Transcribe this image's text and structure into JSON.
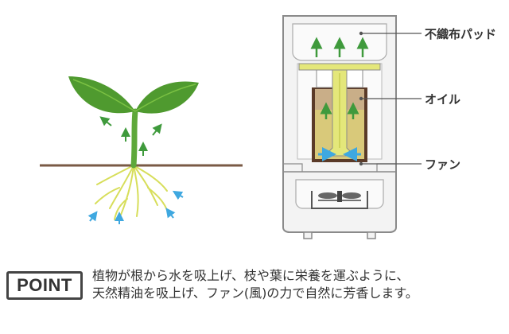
{
  "labels": {
    "pad": "不織布パッド",
    "oil": "オイル",
    "fan": "ファン"
  },
  "point": {
    "badge": "POINT",
    "line1": "植物が根から水を吸上げ、枝や葉に栄養を運ぶように、",
    "line2": "天然精油を吸上げ、ファン(風)の力で自然に芳香します。"
  },
  "colors": {
    "leaf": "#4f9a2f",
    "leaf_light": "#7bc143",
    "soil_line": "#7a5a45",
    "root": "#d7de5a",
    "arrow_green": "#3f9a3c",
    "arrow_blue": "#3fa8e0",
    "oil_dark": "#5a3a28",
    "oil_fill": "#d9c97a",
    "wick": "#e4e77a",
    "device_body": "#f3f3f3",
    "device_outline": "#8a8a8a"
  }
}
